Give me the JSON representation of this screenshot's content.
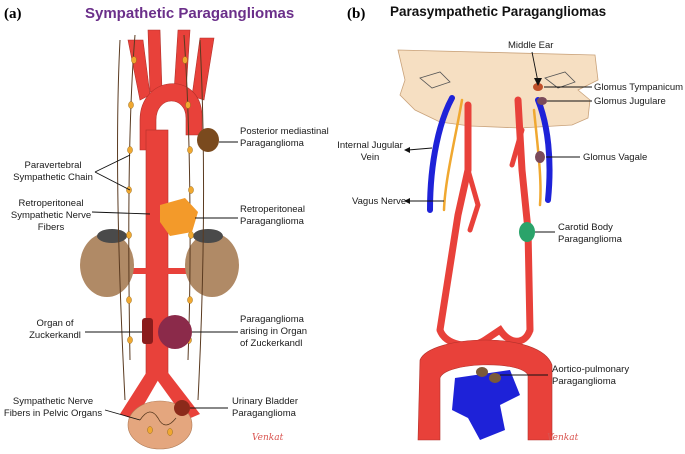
{
  "panel_a": {
    "letter": "(a)",
    "title": "Sympathetic Paragangliomas",
    "labels": {
      "posterior_mediastinal_1": "Posterior mediastinal",
      "posterior_mediastinal_2": "Paraganglioma",
      "paravertebral_1": "Paravertebral",
      "paravertebral_2": "Sympathetic Chain",
      "retro_fibers_1": "Retroperitoneal",
      "retro_fibers_2": "Sympathetic Nerve",
      "retro_fibers_3": "Fibers",
      "retro_para_1": "Retroperitoneal",
      "retro_para_2": "Paraganglioma",
      "organ_1": "Organ of",
      "organ_2": "Zuckerkandl",
      "para_organ_1": "Paraganglioma",
      "para_organ_2": "arising in Organ",
      "para_organ_3": "of Zuckerkandl",
      "pelvic_1": "Sympathetic Nerve",
      "pelvic_2": "Fibers in Pelvic Organs",
      "bladder_1": "Urinary Bladder",
      "bladder_2": "Paraganglioma"
    },
    "signature": "Venkat"
  },
  "panel_b": {
    "letter": "(b)",
    "title": "Parasympathetic Paragangliomas",
    "labels": {
      "middle_ear": "Middle Ear",
      "glomus_tympanicum": "Glomus Tympanicum",
      "glomus_jugulare": "Glomus Jugulare",
      "ijv_1": "Internal Jugular",
      "ijv_2": "Vein",
      "glomus_vagale": "Glomus Vagale",
      "vagus": "Vagus Nerve",
      "carotid_1": "Carotid  Body",
      "carotid_2": "Paraganglioma",
      "aortico_1": "Aortico-pulmonary",
      "aortico_2": "Paraganglioma"
    },
    "signature": "Venkat"
  },
  "colors": {
    "artery": "#e8413a",
    "vein": "#1e22d8",
    "nerve": "#f0a830",
    "skull": "#f6dfc2",
    "kidney": "#b08a66",
    "tumor_brown": "#7a4a1e",
    "tumor_orange": "#f39a2a",
    "tumor_purple": "#8b2a4a",
    "tumor_green": "#2aa36a",
    "title_purple": "#6b2f8a"
  }
}
